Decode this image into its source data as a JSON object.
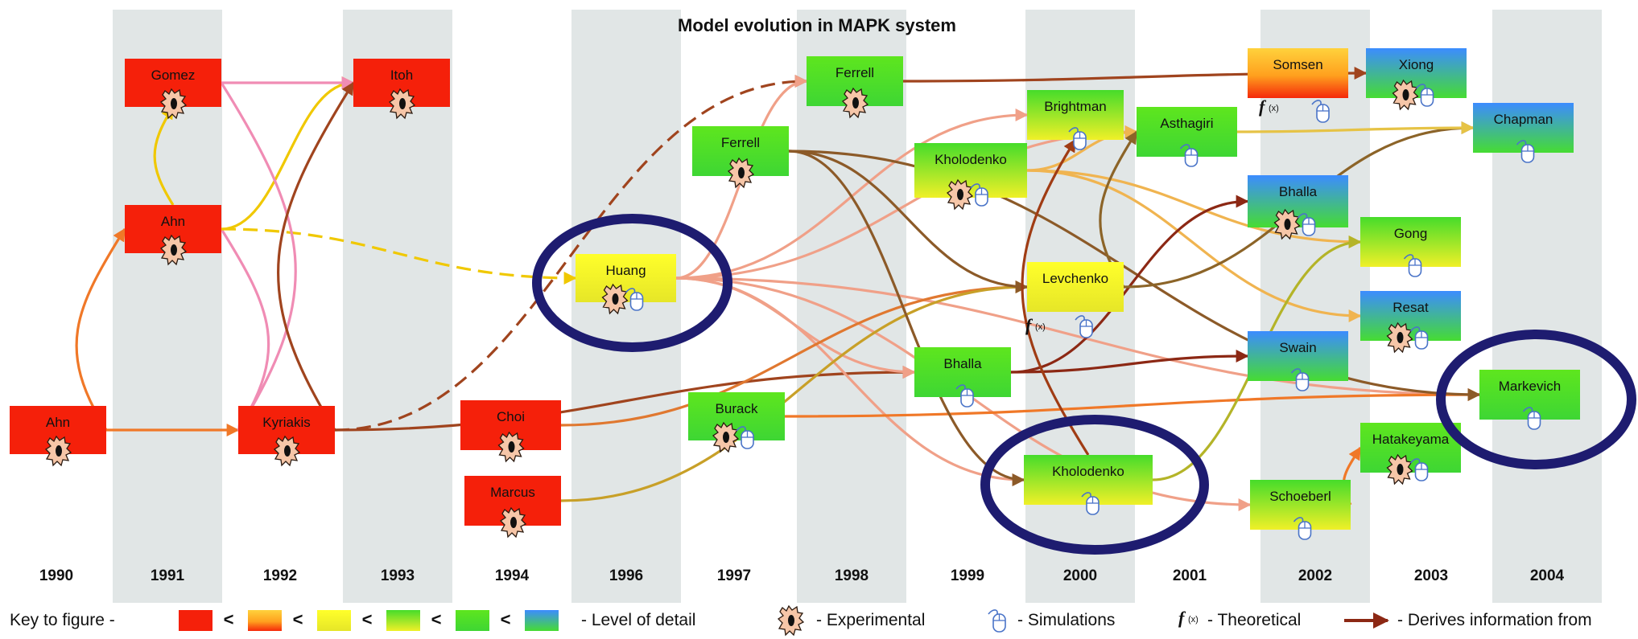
{
  "title": "Model evolution in MAPK system",
  "years": [
    "1990",
    "1991",
    "1992",
    "1993",
    "1994",
    "1996",
    "1997",
    "1998",
    "1999",
    "2000",
    "2001",
    "2002",
    "2003",
    "2004"
  ],
  "nodes": [
    {
      "id": "ahn1990",
      "label": "Ahn",
      "year": "1990",
      "fill": "red",
      "experimental": true,
      "simulation": false,
      "theoretical": false
    },
    {
      "id": "gomez",
      "label": "Gomez",
      "year": "1991",
      "fill": "red",
      "experimental": true,
      "simulation": false,
      "theoretical": false
    },
    {
      "id": "ahn1991",
      "label": "Ahn",
      "year": "1991",
      "fill": "red",
      "experimental": true,
      "simulation": false,
      "theoretical": false
    },
    {
      "id": "kyriakis",
      "label": "Kyriakis",
      "year": "1992",
      "fill": "red",
      "experimental": true,
      "simulation": false,
      "theoretical": false
    },
    {
      "id": "itoh",
      "label": "Itoh",
      "year": "1993",
      "fill": "red",
      "experimental": true,
      "simulation": false,
      "theoretical": false
    },
    {
      "id": "choi",
      "label": "Choi",
      "year": "1994",
      "fill": "red",
      "experimental": true,
      "simulation": false,
      "theoretical": false
    },
    {
      "id": "marcus",
      "label": "Marcus",
      "year": "1994",
      "fill": "red",
      "experimental": true,
      "simulation": false,
      "theoretical": false
    },
    {
      "id": "huang",
      "label": "Huang",
      "year": "1996",
      "fill": "yellow",
      "experimental": true,
      "simulation": true,
      "theoretical": false,
      "highlighted": true
    },
    {
      "id": "ferrell1997",
      "label": "Ferrell",
      "year": "1997",
      "fill": "green",
      "experimental": true,
      "simulation": false,
      "theoretical": false
    },
    {
      "id": "burack",
      "label": "Burack",
      "year": "1997",
      "fill": "green",
      "experimental": true,
      "simulation": true,
      "theoretical": false
    },
    {
      "id": "ferrell1998",
      "label": "Ferrell",
      "year": "1998",
      "fill": "green",
      "experimental": true,
      "simulation": false,
      "theoretical": false
    },
    {
      "id": "kholodenko1999",
      "label": "Kholodenko",
      "year": "1999",
      "fill": "green-yellow",
      "experimental": true,
      "simulation": true,
      "theoretical": false
    },
    {
      "id": "bhalla1999",
      "label": "Bhalla",
      "year": "1999",
      "fill": "green",
      "experimental": false,
      "simulation": true,
      "theoretical": false
    },
    {
      "id": "brightman",
      "label": "Brightman",
      "year": "2000",
      "fill": "green-yellow",
      "experimental": false,
      "simulation": true,
      "theoretical": false
    },
    {
      "id": "levchenko",
      "label": "Levchenko",
      "year": "2000",
      "fill": "yellow",
      "experimental": false,
      "simulation": true,
      "theoretical": true
    },
    {
      "id": "kholodenko2000",
      "label": "Kholodenko",
      "year": "2000",
      "fill": "green-yellow",
      "experimental": false,
      "simulation": true,
      "theoretical": false,
      "highlighted": true
    },
    {
      "id": "asthagiri",
      "label": "Asthagiri",
      "year": "2001",
      "fill": "green",
      "experimental": false,
      "simulation": true,
      "theoretical": false
    },
    {
      "id": "somsen",
      "label": "Somsen",
      "year": "2002",
      "fill": "orange",
      "experimental": false,
      "simulation": true,
      "theoretical": true
    },
    {
      "id": "bhalla2002",
      "label": "Bhalla",
      "year": "2002",
      "fill": "blue",
      "experimental": true,
      "simulation": true,
      "theoretical": false
    },
    {
      "id": "swain",
      "label": "Swain",
      "year": "2002",
      "fill": "blue",
      "experimental": false,
      "simulation": true,
      "theoretical": false
    },
    {
      "id": "schoeberl",
      "label": "Schoeberl",
      "year": "2002",
      "fill": "green-yellow",
      "experimental": false,
      "simulation": true,
      "theoretical": false
    },
    {
      "id": "xiong",
      "label": "Xiong",
      "year": "2003",
      "fill": "blue",
      "experimental": true,
      "simulation": true,
      "theoretical": false
    },
    {
      "id": "gong",
      "label": "Gong",
      "year": "2003",
      "fill": "green-yellow",
      "experimental": false,
      "simulation": true,
      "theoretical": false
    },
    {
      "id": "resat",
      "label": "Resat",
      "year": "2003",
      "fill": "blue",
      "experimental": true,
      "simulation": true,
      "theoretical": false
    },
    {
      "id": "hatakeyama",
      "label": "Hatakeyama",
      "year": "2003",
      "fill": "green",
      "experimental": true,
      "simulation": true,
      "theoretical": false
    },
    {
      "id": "chapman",
      "label": "Chapman",
      "year": "2004",
      "fill": "blue",
      "experimental": false,
      "simulation": true,
      "theoretical": false
    },
    {
      "id": "markevich",
      "label": "Markevich",
      "year": "2004",
      "fill": "green",
      "experimental": false,
      "simulation": true,
      "theoretical": false,
      "highlighted": true
    }
  ],
  "edges": [
    {
      "from": "ahn1990",
      "to": "ahn1991",
      "color": "#f07828"
    },
    {
      "from": "ahn1990",
      "to": "kyriakis",
      "color": "#f07828"
    },
    {
      "from": "ahn1991",
      "to": "gomez",
      "color": "#f0c800"
    },
    {
      "from": "ahn1991",
      "to": "itoh",
      "color": "#f0c800"
    },
    {
      "from": "ahn1991",
      "to": "kyriakis",
      "color": "#f08cb4"
    },
    {
      "from": "ahn1991",
      "to": "huang",
      "color": "#f0c800",
      "dashed": true
    },
    {
      "from": "gomez",
      "to": "kyriakis",
      "color": "#f08cb4"
    },
    {
      "from": "gomez",
      "to": "itoh",
      "color": "#f08cb4"
    },
    {
      "from": "kyriakis",
      "to": "itoh",
      "color": "#a0441e"
    },
    {
      "from": "kyriakis",
      "to": "ferrell1998",
      "color": "#a0441e",
      "dashed": true
    },
    {
      "from": "kyriakis",
      "to": "bhalla1999",
      "color": "#a0441e"
    },
    {
      "from": "huang",
      "to": "ferrell1998",
      "color": "#f0a088"
    },
    {
      "from": "huang",
      "to": "brightman",
      "color": "#f0a088"
    },
    {
      "from": "huang",
      "to": "bhalla1999",
      "color": "#f0a088"
    },
    {
      "from": "huang",
      "to": "kholodenko2000",
      "color": "#f0a088"
    },
    {
      "from": "huang",
      "to": "schoeberl",
      "color": "#f0a088"
    },
    {
      "from": "huang",
      "to": "asthagiri",
      "color": "#f0a088"
    },
    {
      "from": "huang",
      "to": "markevich",
      "color": "#f0a088"
    },
    {
      "from": "choi",
      "to": "levchenko",
      "color": "#e07830"
    },
    {
      "from": "marcus",
      "to": "levchenko",
      "color": "#c8a028"
    },
    {
      "from": "burack",
      "to": "markevich",
      "color": "#f07828"
    },
    {
      "from": "ferrell1997",
      "to": "levchenko",
      "color": "#8c5a28"
    },
    {
      "from": "ferrell1997",
      "to": "kholodenko2000",
      "color": "#8c5a28"
    },
    {
      "from": "ferrell1997",
      "to": "markevich",
      "color": "#8c5a28"
    },
    {
      "from": "ferrell1998",
      "to": "xiong",
      "color": "#a0441e"
    },
    {
      "from": "kholodenko1999",
      "to": "asthagiri",
      "color": "#f0b450"
    },
    {
      "from": "kholodenko1999",
      "to": "gong",
      "color": "#f0b450"
    },
    {
      "from": "kholodenko1999",
      "to": "resat",
      "color": "#f0b450"
    },
    {
      "from": "bhalla1999",
      "to": "swain",
      "color": "#8c2814"
    },
    {
      "from": "bhalla1999",
      "to": "bhalla2002",
      "color": "#8c2814"
    },
    {
      "from": "kholodenko2000",
      "to": "brightman",
      "color": "#a03c14"
    },
    {
      "from": "levchenko",
      "to": "chapman",
      "color": "#8c6428"
    },
    {
      "from": "levchenko",
      "to": "asthagiri",
      "color": "#8c6428"
    },
    {
      "from": "asthagiri",
      "to": "chapman",
      "color": "#e6c346"
    },
    {
      "from": "kholodenko2000",
      "to": "gong",
      "color": "#b4b428"
    },
    {
      "from": "schoeberl",
      "to": "hatakeyama",
      "color": "#f07828"
    }
  ],
  "key": {
    "label": "Key to figure -",
    "less_than": "<",
    "detail_label": "- Level of detail",
    "experimental_label": "- Experimental",
    "simulations_label": "- Simulations",
    "theoretical_symbol": "f",
    "theoretical_symbol_sub": "(x)",
    "theoretical_label": "- Theoretical",
    "derives_label": "- Derives information from"
  },
  "colors": {
    "red": "#f5200a",
    "band": "#e1e6e6",
    "circle": "#1e1c70",
    "derives_arrow": "#8c2814"
  }
}
